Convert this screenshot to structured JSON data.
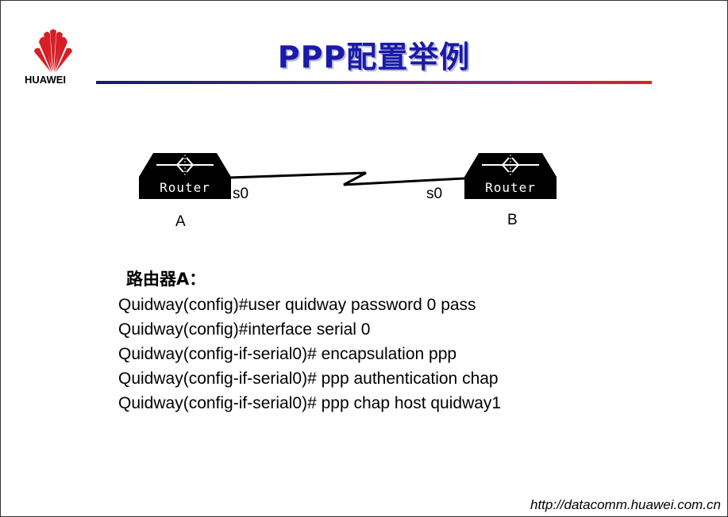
{
  "brand": {
    "logo_text": "HUAWEI",
    "logo_color": "#d61f26"
  },
  "slide": {
    "title": "PPP配置举例",
    "title_color": "#1a1aa8"
  },
  "diagram": {
    "router_a": {
      "label": "Router",
      "port": "s0",
      "name": "A"
    },
    "router_b": {
      "label": "Router",
      "port": "s0",
      "name": "B"
    }
  },
  "config": {
    "heading": "路由器A：",
    "lines": [
      "Quidway(config)#user quidway password 0 pass",
      "Quidway(config)#interface serial 0",
      "Quidway(config-if-serial0)# encapsulation ppp",
      "Quidway(config-if-serial0)# ppp authentication chap",
      "Quidway(config-if-serial0)# ppp chap host quidway1"
    ]
  },
  "footer": {
    "url": "http://datacomm.huawei.com.cn"
  }
}
